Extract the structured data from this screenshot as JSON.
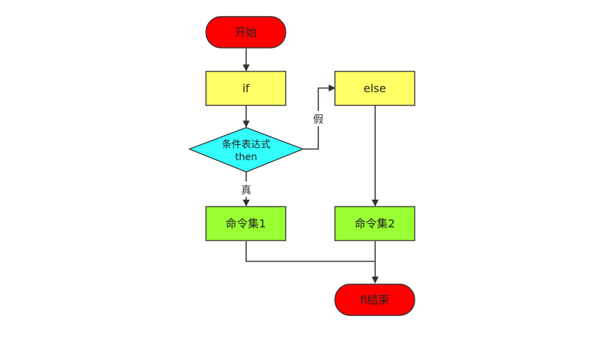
{
  "nodes": {
    "start": {
      "label": "开始"
    },
    "if": {
      "label": "if"
    },
    "condition": {
      "line1": "条件表达式",
      "line2": "then"
    },
    "else": {
      "label": "else"
    },
    "cmd1": {
      "label": "命令集1"
    },
    "cmd2": {
      "label": "命令集2"
    },
    "end": {
      "label": "fi结束"
    }
  },
  "edges": {
    "false_label": "假",
    "true_label": "真"
  },
  "colors": {
    "terminal": "#ff0000",
    "process": "#ffff66",
    "decision": "#33ffff",
    "command": "#99ff33",
    "stroke": "#333333",
    "edge": "#333333"
  }
}
